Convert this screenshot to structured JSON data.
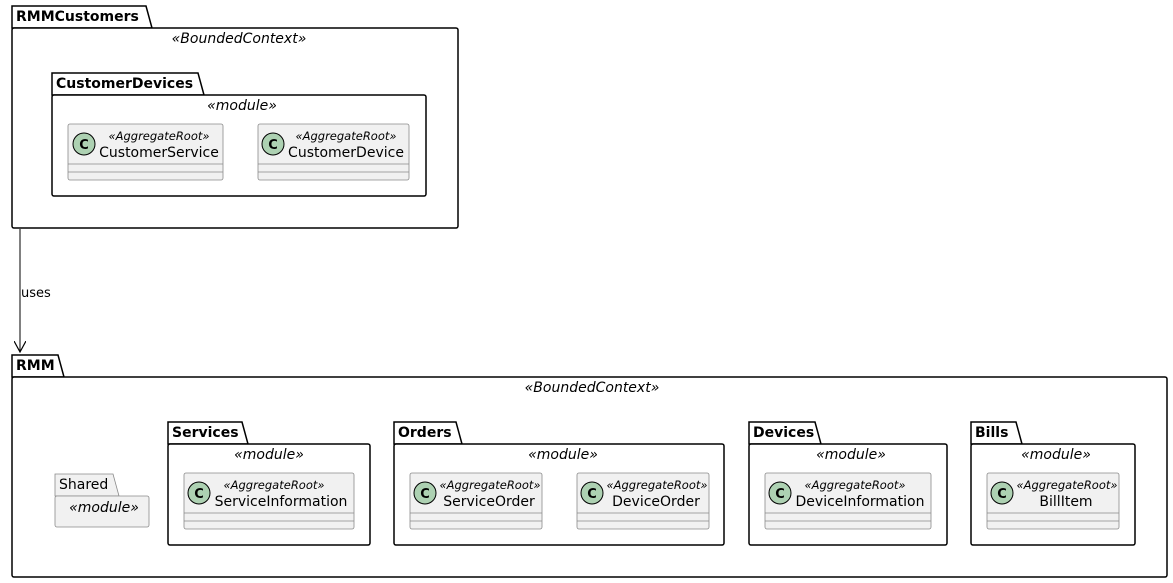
{
  "packages": {
    "rmmcustomers": {
      "name": "RMMCustomers",
      "stereotype": "«BoundedContext»"
    },
    "customerdevices": {
      "name": "CustomerDevices",
      "stereotype": "«module»"
    },
    "rmm": {
      "name": "RMM",
      "stereotype": "«BoundedContext»"
    },
    "shared": {
      "name": "Shared",
      "stereotype": "«module»"
    },
    "services": {
      "name": "Services",
      "stereotype": "«module»"
    },
    "orders": {
      "name": "Orders",
      "stereotype": "«module»"
    },
    "devices": {
      "name": "Devices",
      "stereotype": "«module»"
    },
    "bills": {
      "name": "Bills",
      "stereotype": "«module»"
    }
  },
  "classes": {
    "customer_service": {
      "letter": "C",
      "stereotype": "«AggregateRoot»",
      "name": "CustomerService"
    },
    "customer_device": {
      "letter": "C",
      "stereotype": "«AggregateRoot»",
      "name": "CustomerDevice"
    },
    "service_information": {
      "letter": "C",
      "stereotype": "«AggregateRoot»",
      "name": "ServiceInformation"
    },
    "service_order": {
      "letter": "C",
      "stereotype": "«AggregateRoot»",
      "name": "ServiceOrder"
    },
    "device_order": {
      "letter": "C",
      "stereotype": "«AggregateRoot»",
      "name": "DeviceOrder"
    },
    "device_information": {
      "letter": "C",
      "stereotype": "«AggregateRoot»",
      "name": "DeviceInformation"
    },
    "bill_item": {
      "letter": "C",
      "stereotype": "«AggregateRoot»",
      "name": "BillItem"
    }
  },
  "relations": {
    "uses": {
      "label": "uses"
    }
  }
}
